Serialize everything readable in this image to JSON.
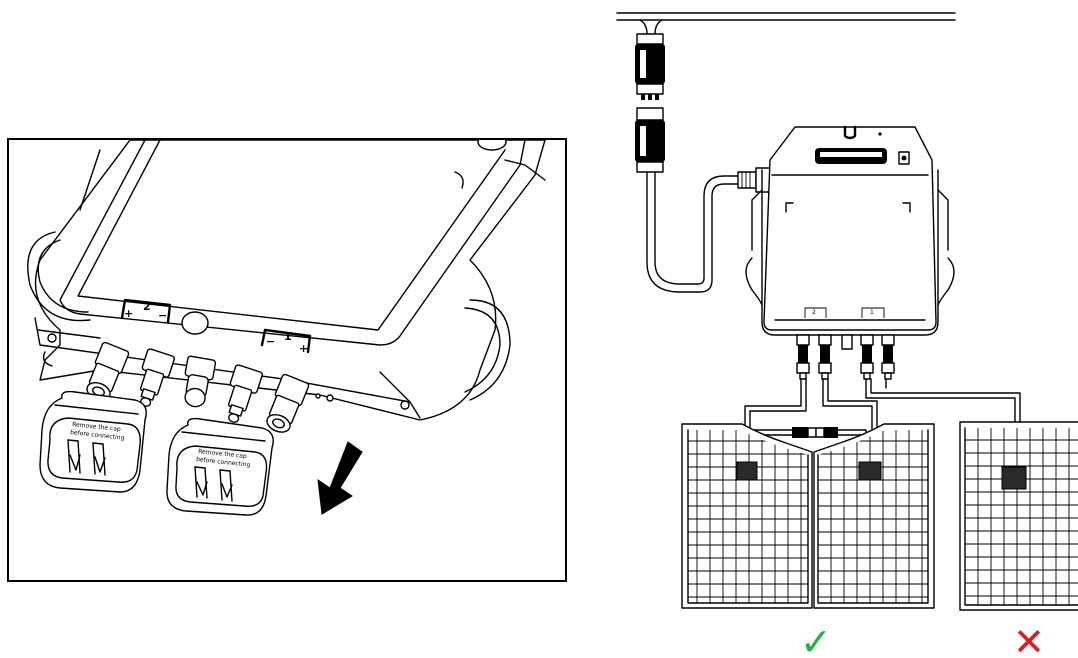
{
  "figure": {
    "detail_view": {
      "polarity_marks": {
        "group_2": [
          "+",
          "2",
          "−"
        ],
        "group_1": [
          "−",
          "1",
          "+"
        ]
      },
      "cap_text": [
        "Remove the cap",
        "before connecting"
      ]
    },
    "wiring_view": {
      "port_marks": [
        "2",
        "1"
      ],
      "correct_symbol": "✓",
      "wrong_symbol": "✕",
      "colors": {
        "correct": "#22b14c",
        "wrong": "#e01b1b"
      }
    }
  }
}
